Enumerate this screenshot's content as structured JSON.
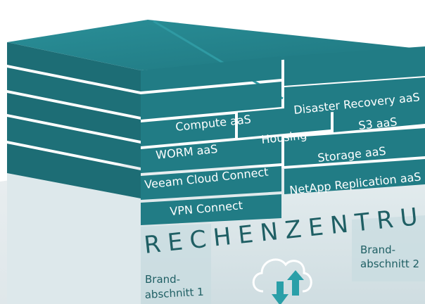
{
  "services": {
    "compute": "Compute aaS",
    "disaster_recovery": "Disaster Recovery aaS",
    "housing": "Housing",
    "s3": "S3 aaS",
    "worm": "WORM aaS",
    "storage": "Storage aaS",
    "veeam": "Veeam Cloud Connect",
    "netapp": "NetApp Replication aaS",
    "vpn": "VPN Connect"
  },
  "datacenter": {
    "title": "RECHENZENTRUM",
    "zone1_line1": "Brand-",
    "zone1_line2": "abschnitt 1",
    "zone2_line1": "Brand-",
    "zone2_line2": "abschnitt 2"
  },
  "colors": {
    "slab_top": "#237d86",
    "slab_side": "#1b6a72",
    "slab_front": "#1e747d",
    "accent": "#2a9fa8"
  }
}
